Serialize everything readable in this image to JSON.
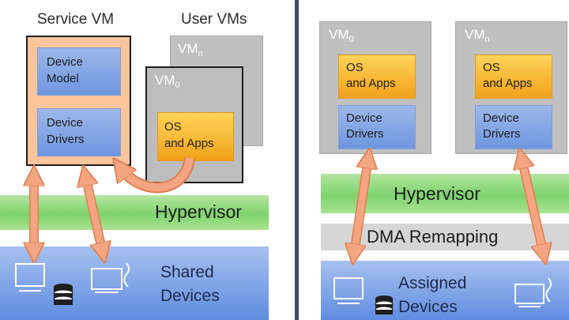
{
  "left": {
    "service_vm_title": "Service VM",
    "user_vms_title": "User VMs",
    "device_model": "Device\nModel",
    "device_drivers": "Device\nDrivers",
    "vmn_label": "VM",
    "vmn_sub": "n",
    "vm0_label": "VM",
    "vm0_sub": "0",
    "os_apps": "OS\nand Apps",
    "hypervisor": "Hypervisor",
    "shared_devices": "Shared\nDevices"
  },
  "right": {
    "vm0_label": "VM",
    "vm0_sub": "0",
    "vmn_label": "VM",
    "vmn_sub": "n",
    "os_apps_0": "OS\nand Apps",
    "os_apps_n": "OS\nand Apps",
    "device_drivers_0": "Device\nDrivers",
    "device_drivers_n": "Device\nDrivers",
    "hypervisor": "Hypervisor",
    "dma_remapping": "DMA Remapping",
    "assigned_devices": "Assigned\nDevices"
  },
  "colors": {
    "divider": "#3b4a66",
    "arrow": "#f4a582",
    "arrow_stroke": "#e07e50",
    "service_vm_fill": "#f8c59c"
  },
  "icons": [
    "monitor-icon",
    "stacked-disks-icon",
    "device-plug-icon"
  ]
}
